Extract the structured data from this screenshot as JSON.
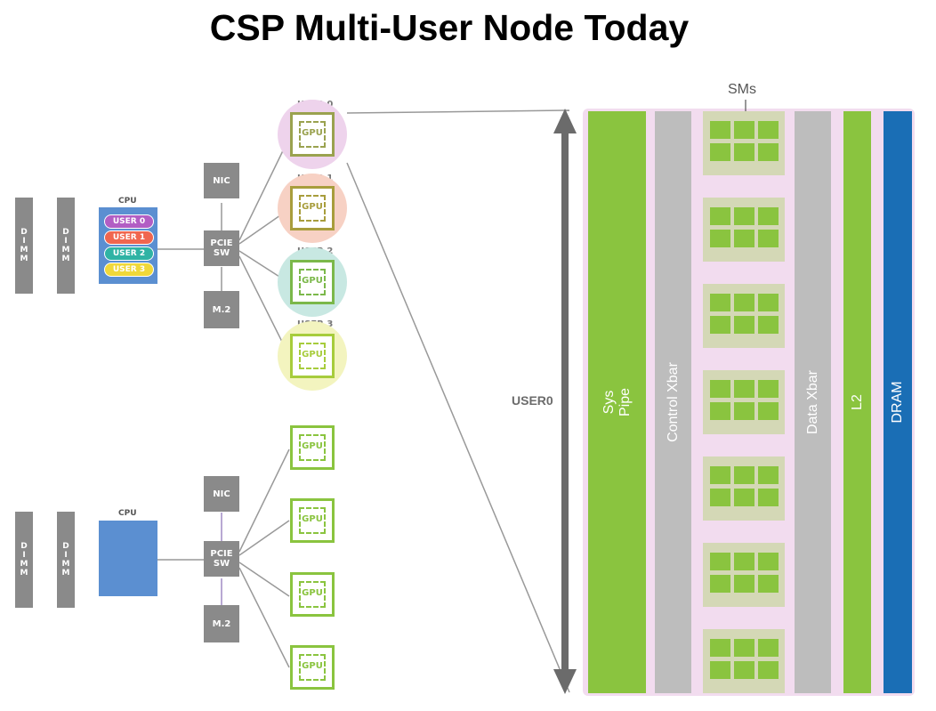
{
  "title": "CSP Multi-User Node Today",
  "node_top": {
    "dimms": [
      "D\nI\nM\nM",
      "D\nI\nM\nM"
    ],
    "cpu_label": "CPU",
    "cpu_users": [
      {
        "label": "USER 0",
        "color": "#b25ec4"
      },
      {
        "label": "USER 1",
        "color": "#f0664f"
      },
      {
        "label": "USER 2",
        "color": "#2fb3a4"
      },
      {
        "label": "USER 3",
        "color": "#f0d83a"
      }
    ],
    "nic": "NIC",
    "pcie": "PCIE\nSW",
    "m2": "M.2",
    "gpus": [
      {
        "user_label": "USER 0",
        "gpu": "GPU",
        "halo": "#eed3ec"
      },
      {
        "user_label": "USER 1",
        "gpu": "GPU",
        "halo": "#f7d1c4"
      },
      {
        "user_label": "USER 2",
        "gpu": "GPU",
        "halo": "#c8e8e2"
      },
      {
        "user_label": "USER 3",
        "gpu": "GPU",
        "halo": "#f3f4bf"
      }
    ]
  },
  "node_bottom": {
    "dimms": [
      "D\nI\nM\nM",
      "D\nI\nM\nM"
    ],
    "cpu_label": "CPU",
    "nic": "NIC",
    "pcie": "PCIE\nSW",
    "m2": "M.2",
    "gpus": [
      "GPU",
      "GPU",
      "GPU",
      "GPU"
    ]
  },
  "gpu_detail": {
    "user_label": "USER0",
    "sms_label": "SMs",
    "columns": {
      "sys_pipe": "Sys\nPipe",
      "control_xbar": "Control Xbar",
      "data_xbar": "Data Xbar",
      "l2": "L2",
      "dram": "DRAM"
    },
    "sm_group_count": 7
  },
  "colors": {
    "green": "#8ac43f",
    "grey": "#bdbdbd",
    "dram_blue": "#1a6eb5",
    "cpu_blue": "#5b8fd1",
    "panel_pink": "#f2dcef"
  }
}
